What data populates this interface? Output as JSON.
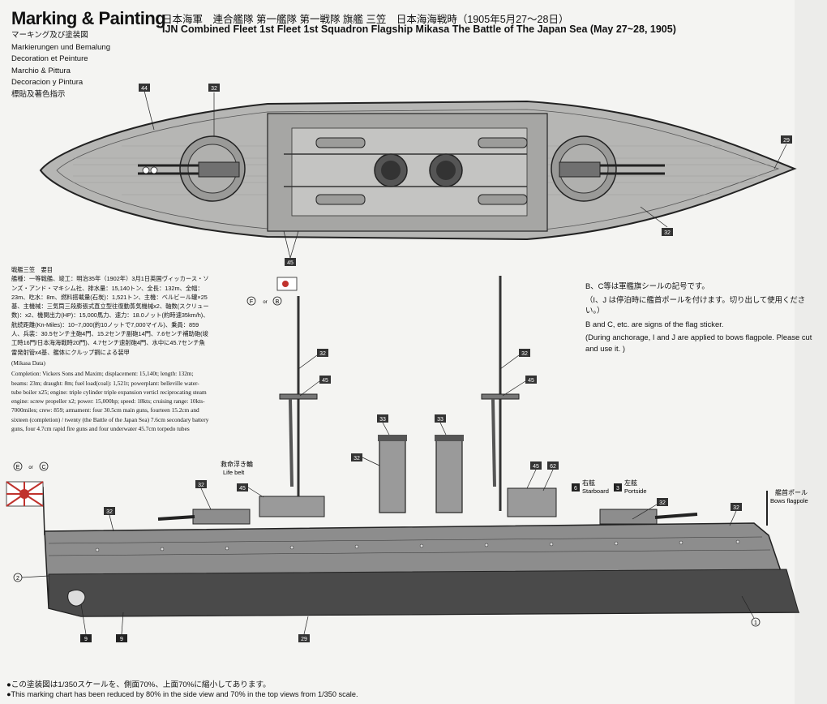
{
  "header": {
    "title": "Marking & Painting",
    "subtitles": [
      "マーキング及び塗装図",
      "Markierungen und Bemalung",
      "Decoration et Peinture",
      "Marchio & Pittura",
      "Decoracion y Pintura",
      "標貼及著色指示"
    ],
    "line_jp": "日本海軍　連合艦隊 第一艦隊 第一戦隊 旗艦 三笠　日本海海戦時（1905年5月27〜28日）",
    "line_en": "IJN Combined Fleet  1st Fleet 1st Squadron Flagship Mikasa The Battle of The Japan Sea (May 27~28, 1905)"
  },
  "ship_data": {
    "jp_title": "戦艦三笠　要目",
    "jp_body": "艦種：一等戦艦、竣工：明治35年（1902年）3月1日英国ヴィッカース・ソンズ・アンド・マキシム社、排水量：15,140トン、全長：132m、全幅：23m、吃水：8m、燃料搭載量(石炭)：1,521トン、主機：ベルビール罐×25基、主機械：三気筒三段膨張式直立型往復動蒸気機械x2、軸数(スクリュー数)：x2、機関出力(HP)：15,000馬力、速力：18.0ノット(約時速35km/h)、航続距離(Kn-Miles)：10~7,000(約10ノットで7,000マイル)、乗員：859人、兵装：30.5センチ主砲4門、15.2センチ副砲14門、7.6センチ補助砲(竣工時16門/日本海海戦時20門)、4.7センチ速射砲4門、水中に45.7センチ魚雷発射管x4基、艦体にクルップ鋼による装甲",
    "en_title": "(Mikasa Data)",
    "en_body": "Completion: Vickers Sons and Maxim; displacement: 15,140t; length: 132m; beams: 23m; draught: 8m; fuel load(coal): 1,521t; powerplant: belleville water-tube boiler x25; engine: triple cylinder triple expansion verticl reciprocating steam engine: screw propeller x2; power: 15,000hp; speed: 18kts; cruising range: 10kts-7000miles; crew: 859; armament: four 30.5cm main guns, fourteen 15.2cm and sixteen (completion) / twenty (the Battle of the Japan Sea) 7.6cm secondary battery guns, four 4.7cm rapid fire guns and four underwater 45.7cm torpedo tubes"
  },
  "notes": {
    "jp1": "B、C等は軍艦旗シールの記号です。",
    "jp2": "（I、J は停泊時に艦首ポールを付けます。切り出して使用ください。）",
    "en1": "B and C, etc. are signs of the flag sticker.",
    "en2": "(During anchorage, I and J are applied to bows flagpole. Please cut and use it. )"
  },
  "labels": {
    "life_belt_jp": "救命浮き輪",
    "life_belt_en": "Life belt",
    "starboard_jp": "右舷",
    "starboard_en": "Starboard",
    "portside_jp": "左舷",
    "portside_en": "Portside",
    "flagpole_jp": "艦首ポール",
    "flagpole_en": "Bows flagpole",
    "or": "or",
    "flag_F": "F",
    "flag_B": "B",
    "flag_E": "E",
    "flag_C": "C",
    "marker_6": "6",
    "marker_3": "3"
  },
  "callouts": {
    "top": [
      "44",
      "32",
      "29",
      "32",
      "45"
    ],
    "side": [
      "32",
      "45",
      "32",
      "45",
      "33",
      "33",
      "32",
      "45",
      "62",
      "32",
      "32",
      "32",
      "32",
      "45",
      "2",
      "1",
      "9",
      "9",
      "29"
    ]
  },
  "footer": {
    "jp": "●この塗装図は1/350スケールを、側面70%、上面70%に縮小してあります。",
    "en": "●This marking chart has been reduced by 80% in the side view and 70% in the top views from 1/350 scale."
  },
  "colors": {
    "hull_grey": "#8d8d8d",
    "deck": "#bdbdbb",
    "waterline": "#4a4a4a",
    "funnel": "#9a9a9a",
    "flag_red": "#c0322d"
  }
}
